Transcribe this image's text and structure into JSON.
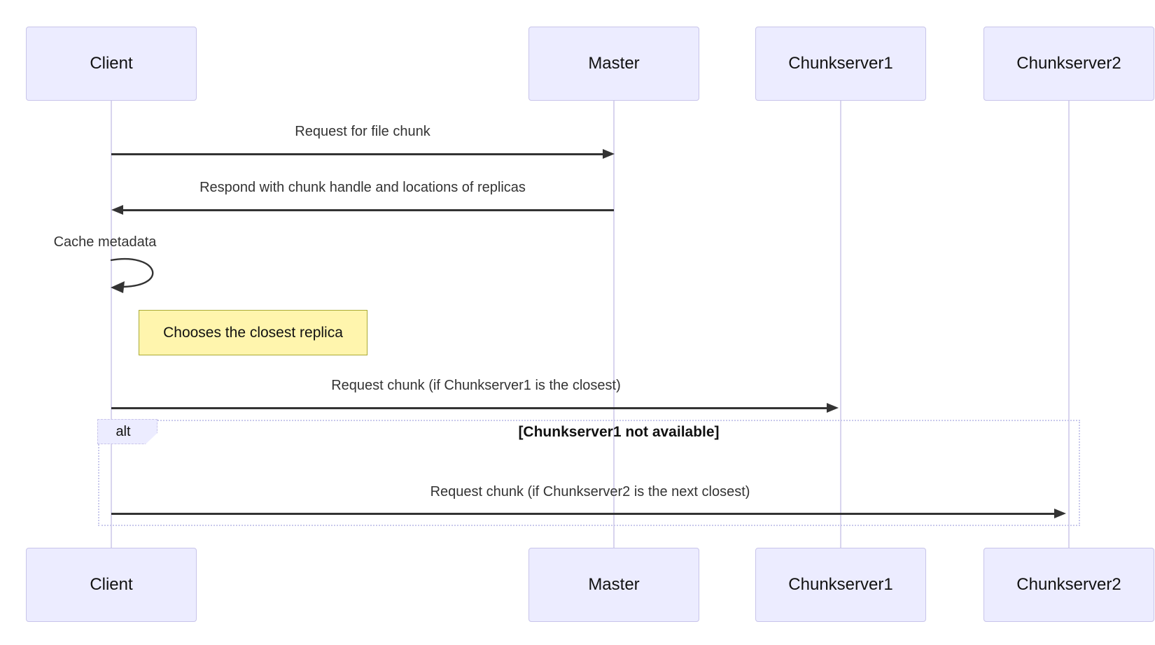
{
  "actors": [
    {
      "label": "Client"
    },
    {
      "label": "Master"
    },
    {
      "label": "Chunkserver1"
    },
    {
      "label": "Chunkserver2"
    }
  ],
  "messages": {
    "request_file_chunk": "Request for file chunk",
    "respond_locations": "Respond with chunk handle and locations of replicas",
    "cache_metadata": "Cache metadata",
    "request_chunk_cs1": "Request chunk (if Chunkserver1 is the closest)",
    "request_chunk_cs2": "Request chunk (if Chunkserver2 is the next closest)"
  },
  "note": {
    "text": "Chooses the closest replica"
  },
  "alt_frame": {
    "label": "alt",
    "condition": "[Chunkserver1 not available]"
  },
  "colors": {
    "actor_fill": "#ECECFF",
    "actor_border": "#C8C4EA",
    "lifeline": "#D8D4EE",
    "note_fill": "#FFF5AD",
    "note_border": "#AAAA33",
    "frame_border": "#C9C9EC",
    "arrow": "#333333",
    "message_text": "#333333"
  }
}
